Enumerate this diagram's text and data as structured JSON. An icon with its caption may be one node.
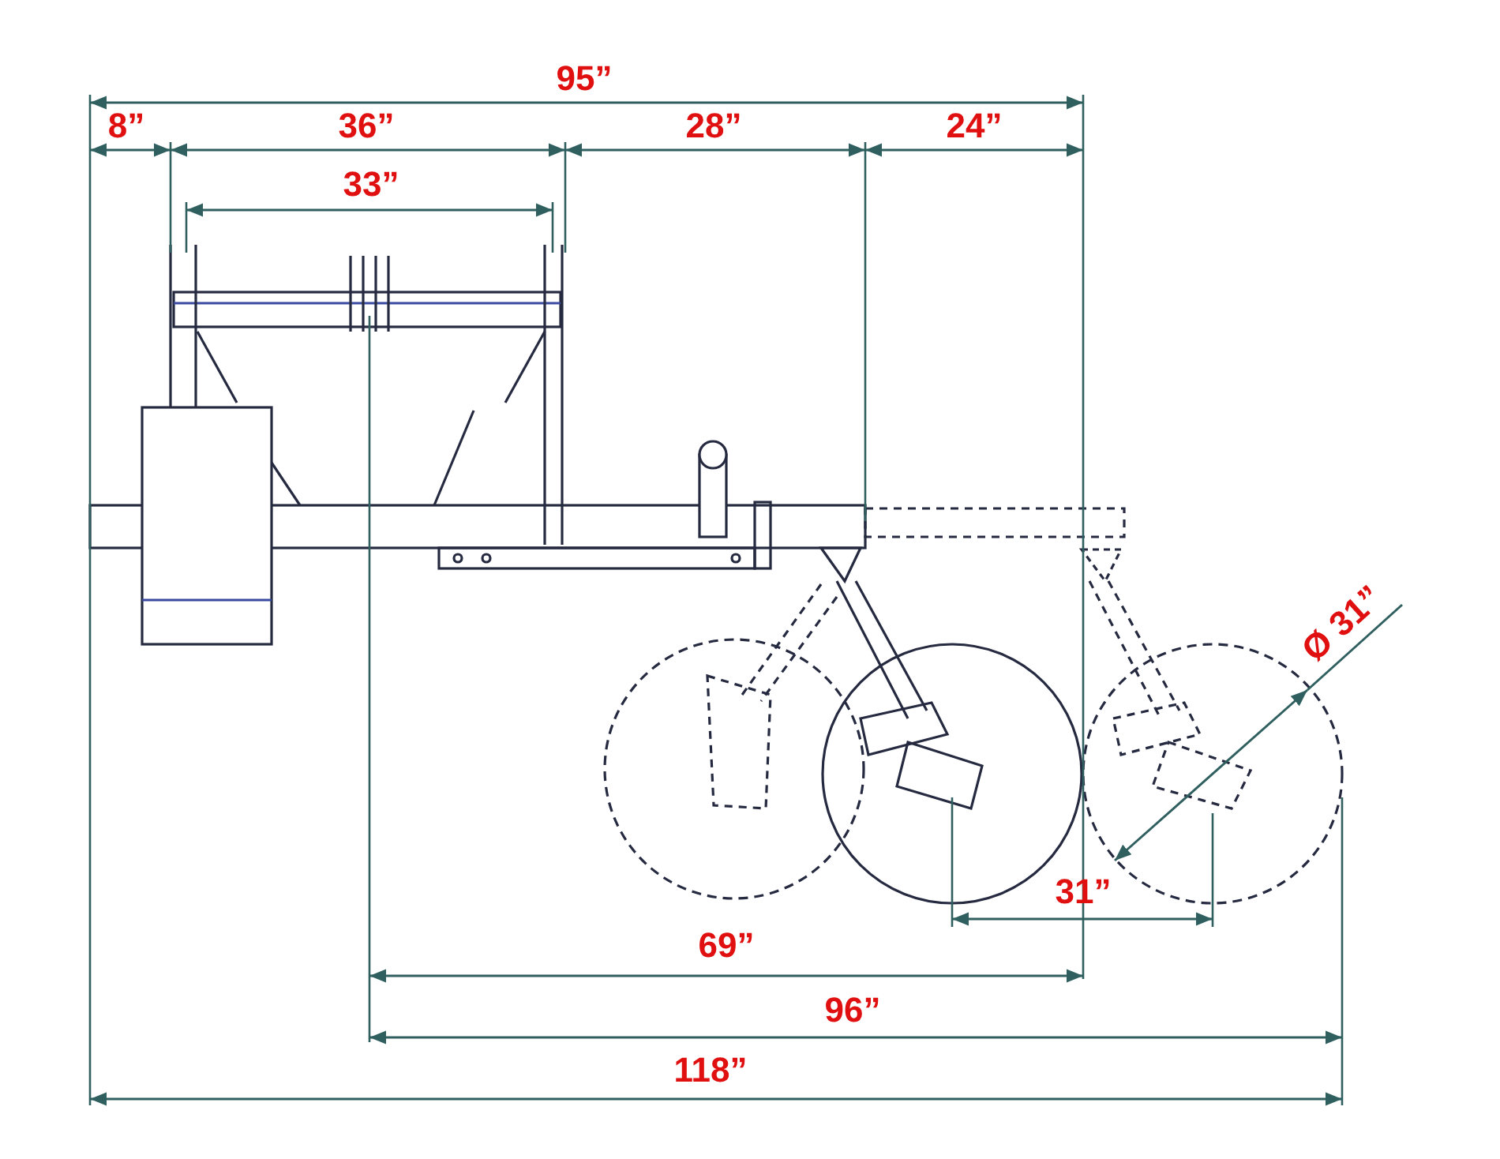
{
  "diagram": {
    "labels": [
      "95”",
      "8”",
      "36”",
      "28”",
      "24”",
      "33”",
      "Ø 31”",
      "31”",
      "69”",
      "96”",
      "118”"
    ]
  }
}
